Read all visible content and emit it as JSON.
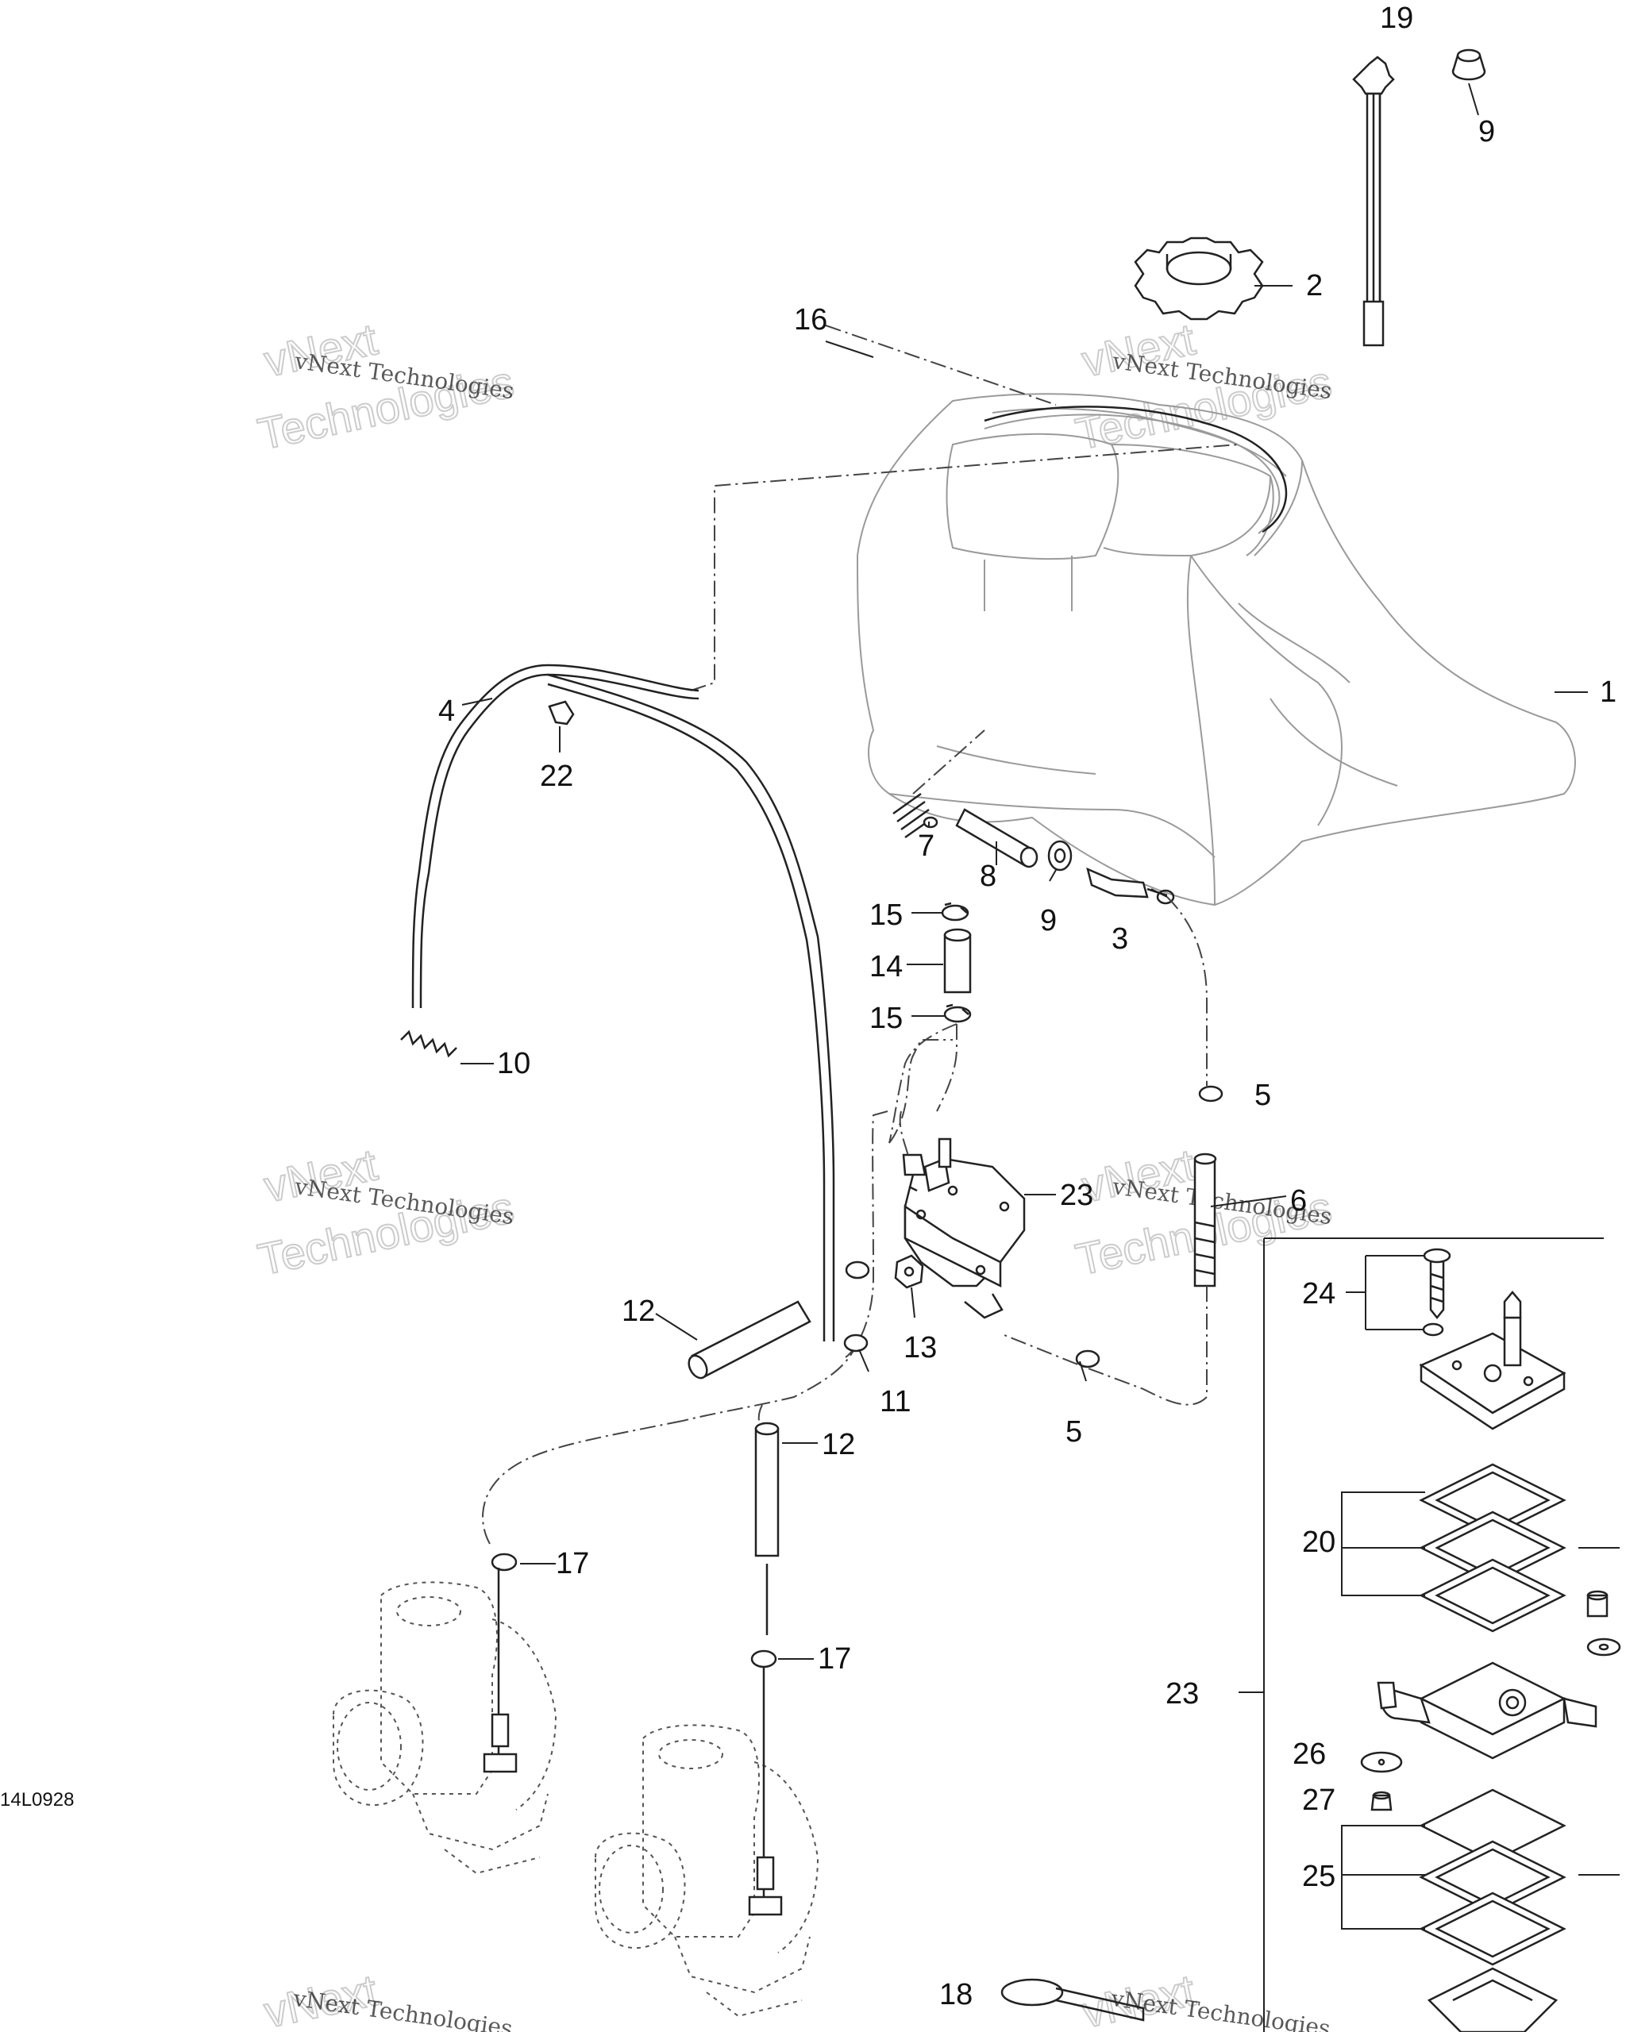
{
  "diagram_code": "14L0928",
  "watermark": {
    "line1": "vNext Technologies",
    "line2": "vNext",
    "line3": "Technologies"
  },
  "callouts": {
    "c1": "1",
    "c2": "2",
    "c3": "3",
    "c4": "4",
    "c5a": "5",
    "c5b": "5",
    "c6": "6",
    "c7": "7",
    "c8": "8",
    "c9a": "9",
    "c9b": "9",
    "c10": "10",
    "c11": "11",
    "c12a": "12",
    "c12b": "12",
    "c13": "13",
    "c14": "14",
    "c15a": "15",
    "c15b": "15",
    "c16": "16",
    "c17a": "17",
    "c17b": "17",
    "c18": "18",
    "c19": "19",
    "c20": "20",
    "c22": "22",
    "c23a": "23",
    "c23b": "23",
    "c24": "24",
    "c25": "25",
    "c26": "26",
    "c27": "27"
  }
}
